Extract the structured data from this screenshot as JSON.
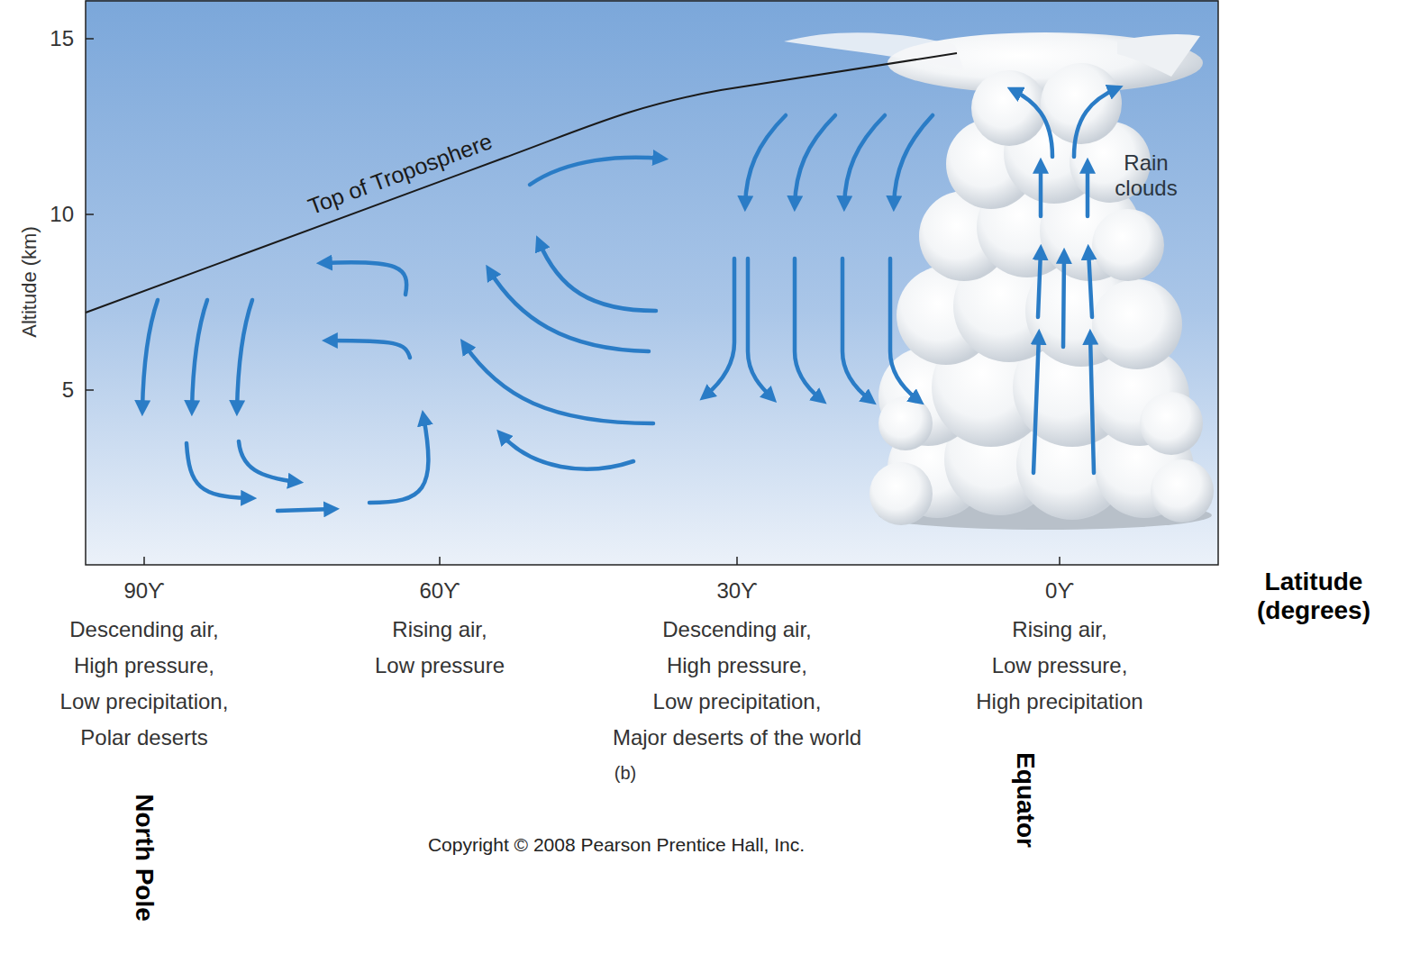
{
  "diagram": {
    "labels": [
      "15",
      "10",
      "5",
      "Altitude (km)",
      "Top of Troposphere",
      "Rain clouds",
      "90ϒ",
      "Descending air, High pressure, Low precipitation, Polar deserts",
      "60ϒ",
      "Rising air, Low pressure",
      "30ϒ",
      "Descending air, High pressure, Low precipitation, Major deserts of the world",
      "0ϒ",
      "Rising air, Low pressure, High precipitation",
      "Latitude (degrees)",
      "(b)",
      "Copyright © 2008 Pearson Prentice Hall, Inc.",
      "North Pole",
      "Equator"
    ]
  }
}
